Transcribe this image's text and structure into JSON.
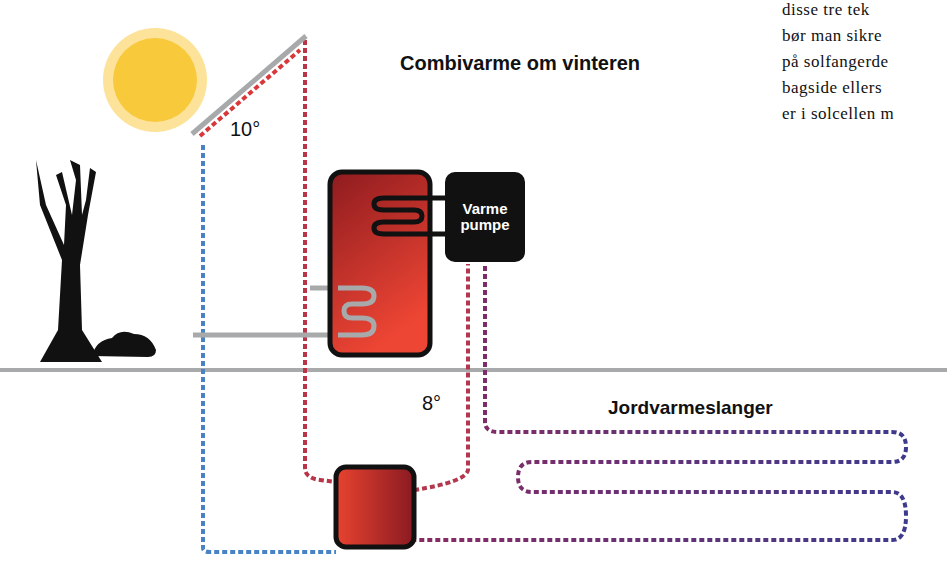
{
  "diagram": {
    "title": "Combivarme om vinteren",
    "nodes": [
      {
        "text": [
          "Varme pumpe"
        ]
      }
    ],
    "labels": [
      "10°",
      "8°",
      "Jordvarmeslanger",
      "disse tre tek",
      "bør man sikre",
      "på solfangerde",
      "bagside ellers",
      "er i solcellen m"
    ]
  }
}
